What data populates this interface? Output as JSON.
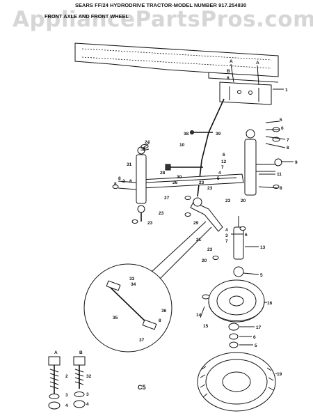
{
  "watermark": "AppliancePartsPros.com",
  "header": {
    "title": "SEARS FF/24 HYDRODRIVE TRACTOR-MODEL NUMBER 917.254830",
    "subtitle": "FRONT AXLE AND FRONT WHEEL"
  },
  "page_code": "C5",
  "callouts": {
    "A": "A",
    "B": "B",
    "n1": "1",
    "n2": "2",
    "n3": "3",
    "n4": "4",
    "n5": "5",
    "n6": "6",
    "n7": "7",
    "n8": "8",
    "n9": "9",
    "n10": "10",
    "n11": "11",
    "n12": "12",
    "n13": "13",
    "n14": "14",
    "n15": "15",
    "n16": "16",
    "n17": "17",
    "n19": "19",
    "n20": "20",
    "n21": "21",
    "n23": "23",
    "n24": "24",
    "n26": "26",
    "n27": "27",
    "n28": "28",
    "n29": "29",
    "n30": "30",
    "n31": "31",
    "n32": "32",
    "n33": "33",
    "n34": "34",
    "n35": "35",
    "n36": "36",
    "n37": "37",
    "n38": "38",
    "n39": "39"
  }
}
